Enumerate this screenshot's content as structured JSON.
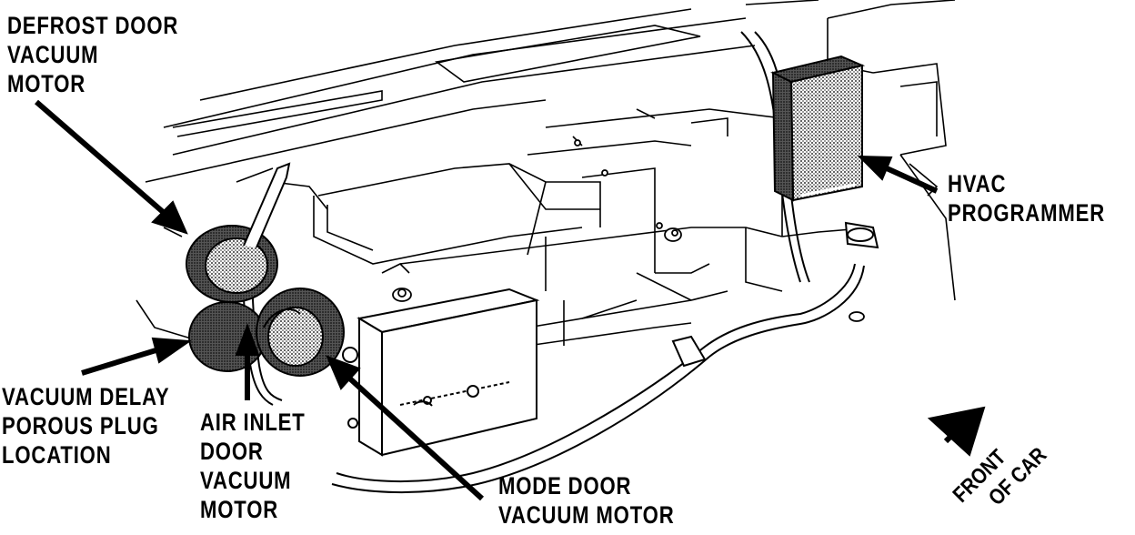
{
  "labels": {
    "defrost": [
      "DEFROST DOOR",
      "VACUUM",
      "MOTOR"
    ],
    "vacuum_delay": [
      "VACUUM DELAY",
      "POROUS PLUG",
      "LOCATION"
    ],
    "air_inlet": [
      "AIR INLET",
      "DOOR",
      "VACUUM",
      "MOTOR"
    ],
    "mode_door": [
      "MODE DOOR",
      "VACUUM MOTOR"
    ],
    "hvac": [
      "HVAC",
      "PROGRAMMER"
    ],
    "front": [
      "FRONT",
      "OF CAR"
    ]
  },
  "colors": {
    "ink": "#000000",
    "paper": "#ffffff",
    "shading": "#555555"
  }
}
